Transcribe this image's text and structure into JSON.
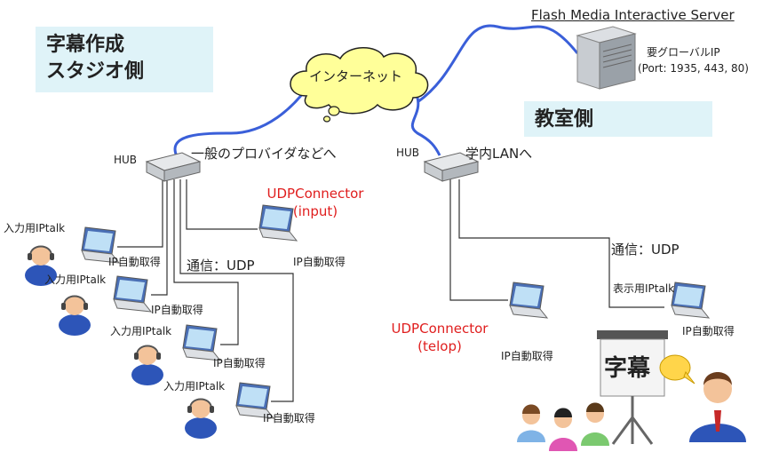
{
  "studio_label_line1": "字幕作成",
  "studio_label_line2": "スタジオ側",
  "classroom_label": "教室側",
  "server": {
    "title": "Flash Media Interactive Server",
    "note_line1": "要グローバルIP",
    "note_line2": "(Port: 1935, 443, 80)"
  },
  "internet_label": "インターネット",
  "hub_left": {
    "label": "HUB",
    "caption": "一般のプロバイダなどへ"
  },
  "hub_right": {
    "label": "HUB",
    "caption": "学内LANへ"
  },
  "udp_input": {
    "line1": "UDPConnector",
    "line2": "(input)",
    "ip": "IP自動取得"
  },
  "udp_telop": {
    "line1": "UDPConnector",
    "line2": "(telop)",
    "ip": "IP自動取得"
  },
  "comm_left": "通信：UDP",
  "comm_right": "通信：UDP",
  "operators": [
    {
      "role": "入力用IPtalk",
      "ip": "IP自動取得"
    },
    {
      "role": "入力用IPtalk",
      "ip": "IP自動取得"
    },
    {
      "role": "入力用IPtalk",
      "ip": "IP自動取得"
    },
    {
      "role": "入力用IPtalk",
      "ip": "IP自動取得"
    }
  ],
  "display": {
    "role": "表示用IPtalk",
    "ip": "IP自動取得"
  },
  "screen_text": "字幕",
  "colors": {
    "label_bg": "#dff3f8",
    "cable": "#3a5fd9",
    "cloud": "#ffff99",
    "udp_text": "#e01e1e"
  }
}
